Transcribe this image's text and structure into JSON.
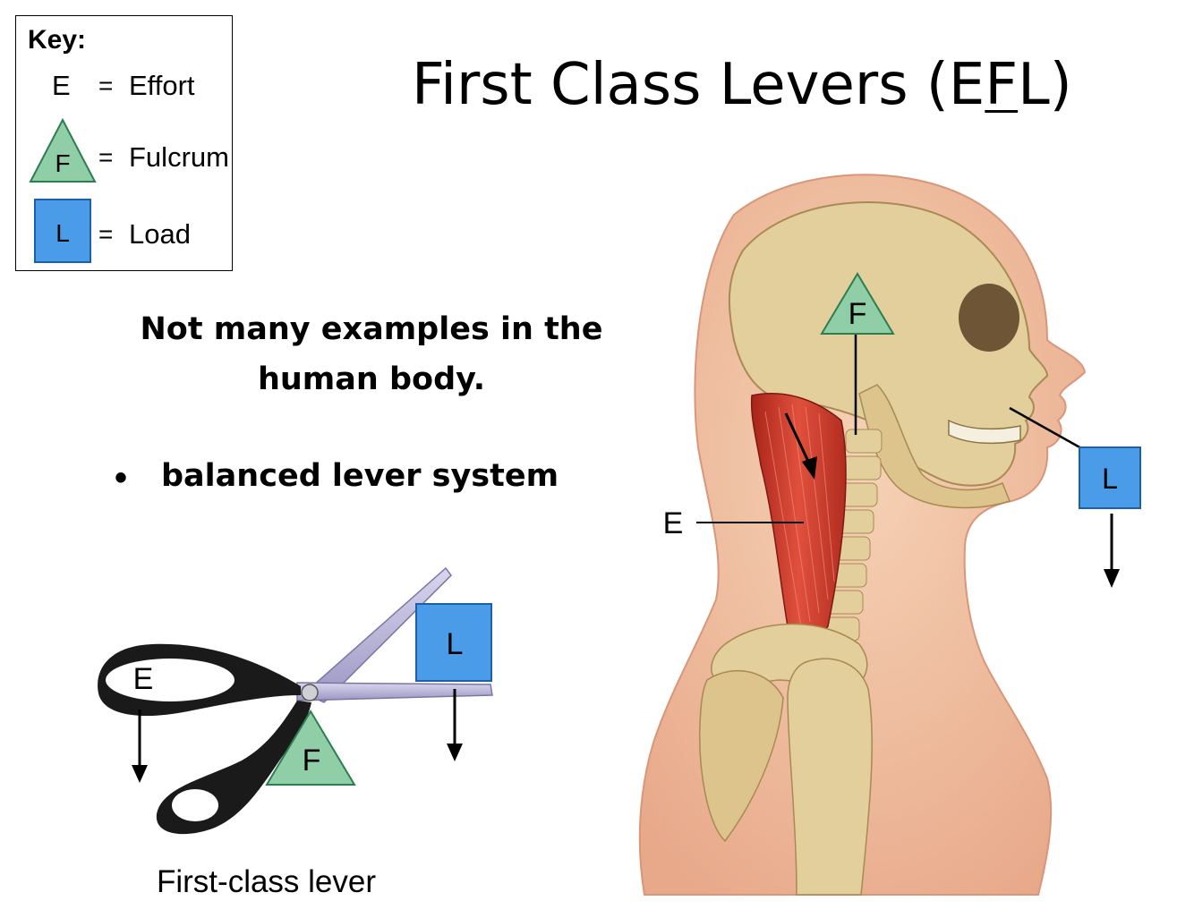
{
  "title": {
    "prefix": "First Class Levers (E",
    "underlined": "F",
    "suffix": "L)"
  },
  "key": {
    "heading": "Key:",
    "rows": [
      {
        "symbol": "E",
        "equals": "=",
        "label": "Effort"
      },
      {
        "symbol": "F",
        "equals": "=",
        "label": "Fulcrum"
      },
      {
        "symbol": "L",
        "equals": "=",
        "label": "Load"
      }
    ]
  },
  "subtitle": {
    "line1": "Not many examples in the",
    "line2": "human body."
  },
  "bullet": {
    "marker": "•",
    "text": "balanced lever system"
  },
  "scissors": {
    "effort": "E",
    "fulcrum": "F",
    "load": "L",
    "caption": "First-class lever"
  },
  "head": {
    "effort": "E",
    "fulcrum": "F",
    "load": "L"
  },
  "colors": {
    "fulcrum_fill": "#8fcea6",
    "fulcrum_stroke": "#2e7d4f",
    "load_fill": "#4a9be8",
    "load_stroke": "#1d5fa8",
    "muscle": "#c8372a",
    "bone": "#e3cf9b",
    "skin": "#f2c2a0"
  },
  "icons": [
    "fulcrum-triangle-icon",
    "load-square-icon",
    "arrow-down-icon",
    "scissors-illustration",
    "head-neck-illustration"
  ]
}
